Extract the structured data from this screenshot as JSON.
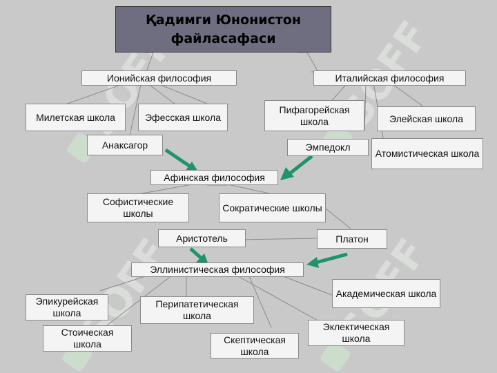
{
  "title": {
    "line1": "Қадимги Юнонистон",
    "line2": "файласафаси"
  },
  "watermark": {
    "text": "SOFF",
    "color": "#e9eee9",
    "mark_color": "#cfe6cf"
  },
  "colors": {
    "arrow": "#1e9469",
    "title_bg": "#6e6e80",
    "box_bg": "#f4f4f4",
    "connector": "#8a8a8a"
  },
  "nodes": {
    "ionian": "Ионийская философия",
    "italian": "Италийская философия",
    "miletus": "Милетская школа",
    "ephesus": "Эфесская школа",
    "anaxagoras": "Анаксагор",
    "pythagorean": "Пифагорейская школа",
    "eleatic": "Элейская школа",
    "empedocles": "Эмпедокл",
    "atomist": "Атомистическая школа",
    "athenian": "Афинская философия",
    "sophist": "Софистические школы",
    "socratic": "Сократические школы",
    "aristotle": "Аристотель",
    "plato": "Платон",
    "hellenistic": "Эллинистическая философия",
    "academic": "Академическая школа",
    "epicurean": "Эпикурейская школа",
    "peripatetic": "Перипатетическая школа",
    "stoic": "Стоическая школа",
    "eclectic": "Эклектическая школа",
    "skeptic": "Скептическая школа"
  }
}
